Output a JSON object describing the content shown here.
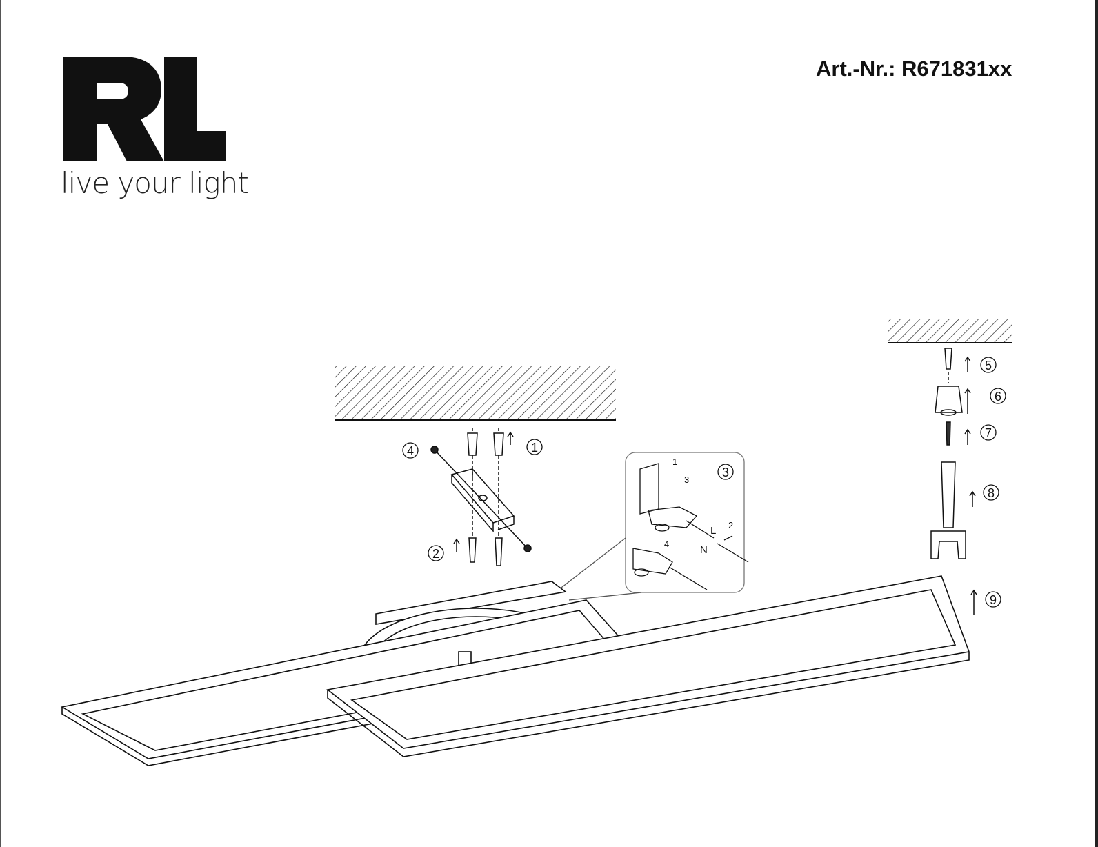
{
  "brand": {
    "logo": "RL",
    "tagline": "live your light"
  },
  "article_number": "Art.-Nr.: R671831xx",
  "steps": [
    "1",
    "2",
    "3",
    "4",
    "5",
    "6",
    "7",
    "8",
    "9"
  ],
  "detail": {
    "sub_steps": [
      "1",
      "2",
      "3",
      "4"
    ],
    "wire_live": "L",
    "wire_neutral": "N"
  }
}
